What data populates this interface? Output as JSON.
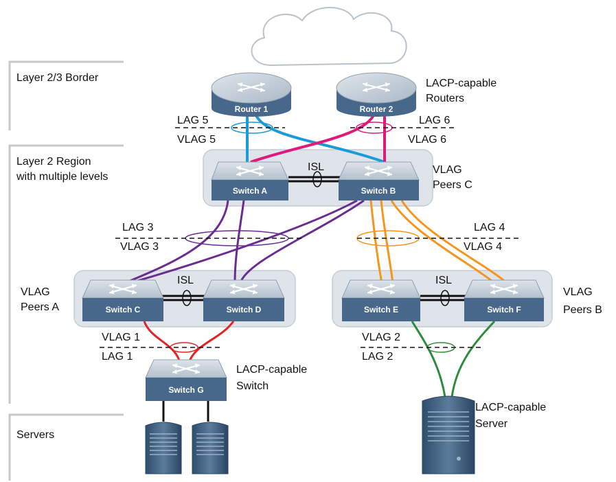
{
  "regions": {
    "border": "Layer 2/3 Border",
    "l2_line1": "Layer 2 Region",
    "l2_line2": "with multiple levels",
    "servers": "Servers"
  },
  "routers": {
    "r1": "Router 1",
    "r2": "Router 2",
    "caption1": "LACP-capable",
    "caption2": "Routers"
  },
  "switches": {
    "a": "Switch A",
    "b": "Switch B",
    "c": "Switch C",
    "d": "Switch D",
    "e": "Switch E",
    "f": "Switch F",
    "g": "Switch G"
  },
  "peers": {
    "c_line1": "VLAG",
    "c_line2": "Peers C",
    "a_line1": "VLAG",
    "a_line2": "Peers A",
    "b_line1": "VLAG",
    "b_line2": "Peers B"
  },
  "isl": "ISL",
  "lags": {
    "lag5": "LAG 5",
    "vlag5": "VLAG 5",
    "lag6": "LAG 6",
    "vlag6": "VLAG 6",
    "lag3": "LAG 3",
    "vlag3": "VLAG 3",
    "lag4": "LAG 4",
    "vlag4": "VLAG 4",
    "vlag1": "VLAG 1",
    "lag1": "LAG 1",
    "vlag2": "VLAG 2",
    "lag2": "LAG 2"
  },
  "switch_g_caption": {
    "line1": "LACP-capable",
    "line2": "Switch"
  },
  "server_caption": {
    "line1": "LACP-capable",
    "line2": "Server"
  },
  "colors": {
    "blue": "#1a9ad6",
    "magenta": "#e0197d",
    "purple": "#6a2c91",
    "orange": "#f7941d",
    "red": "#e32322",
    "green": "#2e8b3e",
    "switch_top": "#c9d3dc",
    "switch_front": "#47688a",
    "peer_box": "#dfe4ea"
  }
}
